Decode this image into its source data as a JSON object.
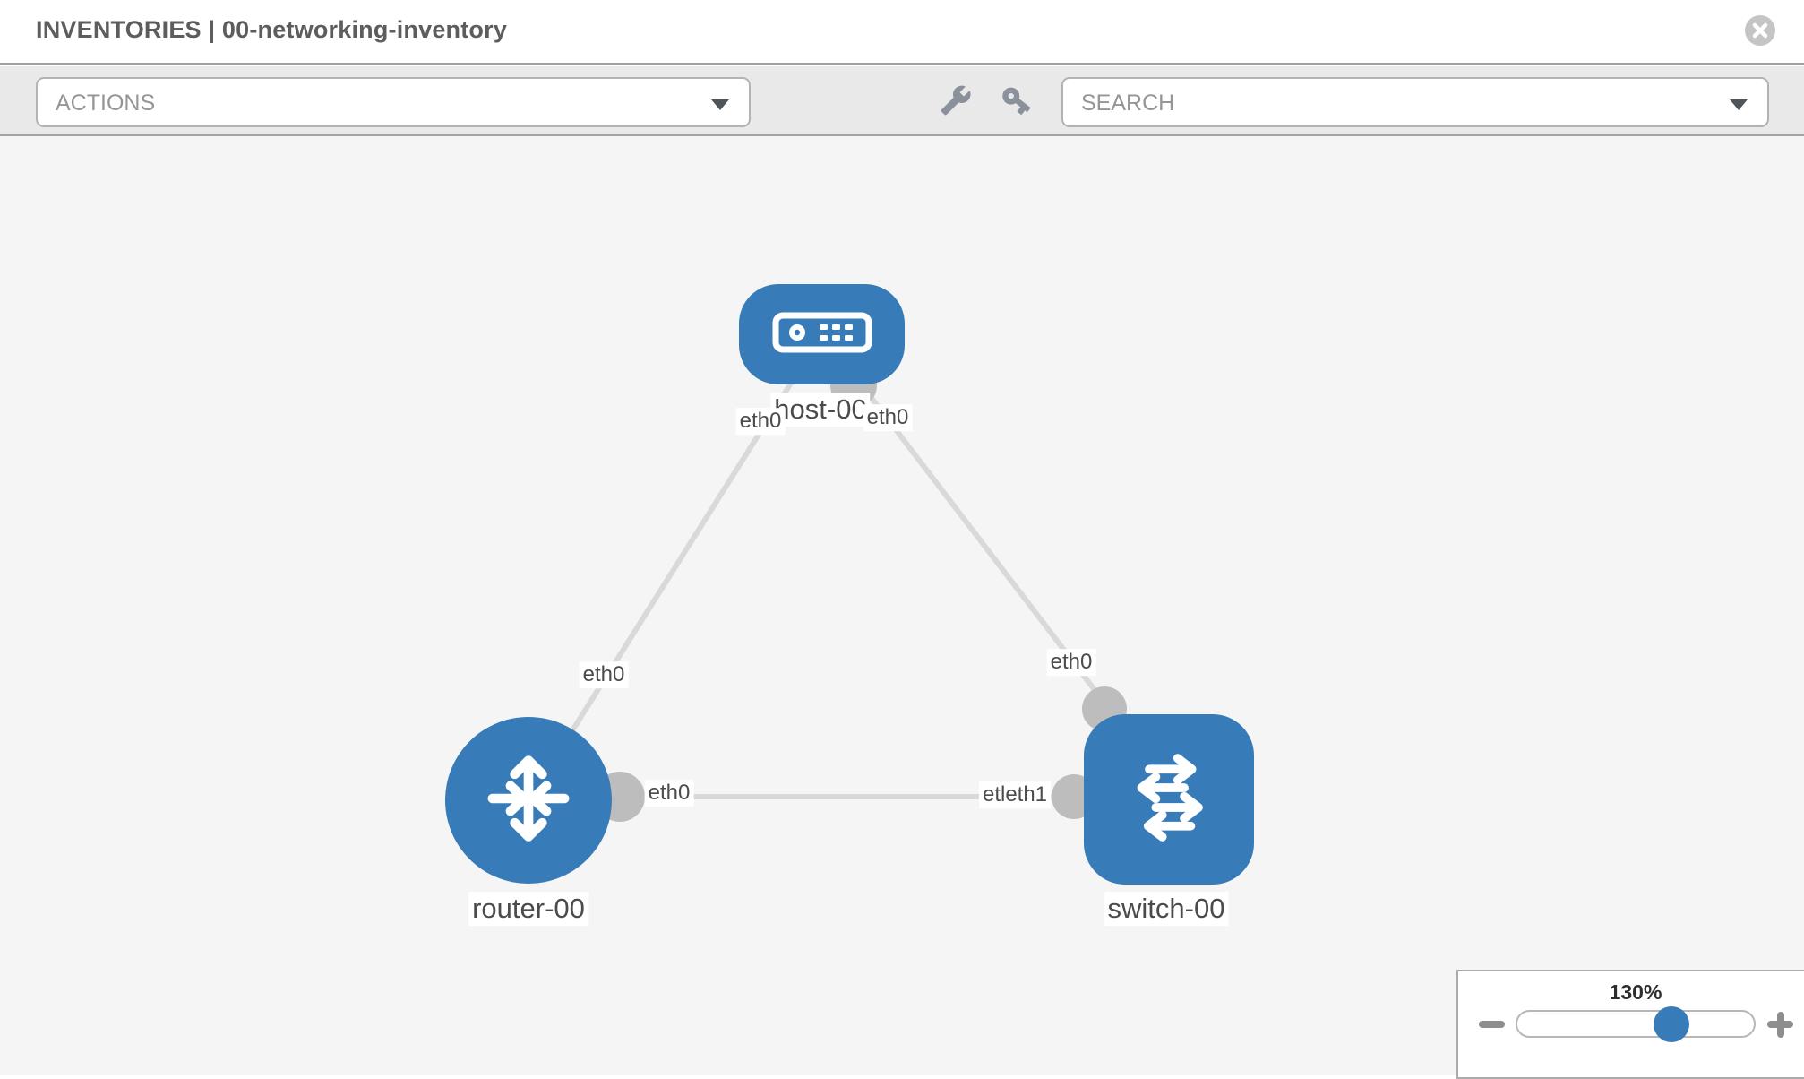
{
  "header": {
    "title": "INVENTORIES | 00-networking-inventory"
  },
  "toolbar": {
    "actions_label": "ACTIONS",
    "search_label": "SEARCH"
  },
  "topology": {
    "nodes": [
      {
        "name": "host-00",
        "type": "host"
      },
      {
        "name": "router-00",
        "type": "router"
      },
      {
        "name": "switch-00",
        "type": "switch"
      }
    ],
    "links": [
      {
        "from": "host-00",
        "to": "router-00",
        "labels": [
          "eth0",
          "eth0"
        ]
      },
      {
        "from": "host-00",
        "to": "switch-00",
        "labels": [
          "eth0",
          "eth0"
        ]
      },
      {
        "from": "router-00",
        "to": "switch-00",
        "labels": [
          "eth0",
          "etleth1"
        ]
      }
    ]
  },
  "zoom_control": {
    "level_label": "130%",
    "percent": 130
  },
  "colors": {
    "node_fill": "#377cb8",
    "link_line": "#d9d9d9",
    "connector": "#bdbdbd",
    "canvas_bg": "#f5f5f6",
    "toolbar_bg": "#e9e9e9"
  }
}
